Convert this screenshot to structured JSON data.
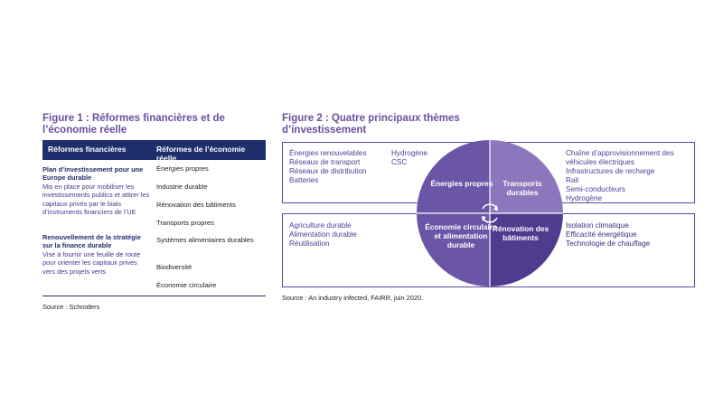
{
  "figure1": {
    "title": "Figure 1 : Réformes financières et de l’économie réelle",
    "col_left_header": "Réformes financières",
    "col_right_header": "Réformes de l’économie réelle",
    "left_block1_title": "Plan d’investissement pour une Europe durable",
    "left_block1_text": "Mis en place pour mobiliser les investissements publics et attirer les capitaux privés par le biais d’instruments financiers de l’UE",
    "left_block2_title": "Renouvellement de la stratégie sur la finance durable",
    "left_block2_text": "Vise à fournir une feuille de route pour orienter les capitaux privés vers des projets verts",
    "right_items": [
      "Énergies propres",
      "Industrie durable",
      "Rénovation des bâtiments",
      "Transports propres",
      "Systèmes alimentaires durables",
      "Biodiversité",
      "Économie circulaire"
    ],
    "source": "Source : Schroders"
  },
  "figure2": {
    "title": "Figure 2 : Quatre principaux thèmes d’investissement",
    "quadrants": {
      "top_left": "Énergies propres",
      "top_right": "Transports durables",
      "bottom_left": "Économie circulaire et alimentation durable",
      "bottom_right": "Rénovation des bâtiments"
    },
    "boxes": {
      "top_left_col1": [
        "Énergies renouvelables",
        "Réseaux de transport",
        "Réseaux de distribution",
        "Batteries"
      ],
      "top_left_col2": [
        "Hydrogène",
        "CSC"
      ],
      "top_right": [
        "Chaîne d’approvisionnement des",
        "véhicules électriques",
        "Infrastructures de recharge",
        "Rail",
        "Semi-conducteurs",
        "Hydrogène"
      ],
      "bottom_left": [
        "Agriculture durable",
        "Alimentation durable",
        "Réutilisation"
      ],
      "bottom_right": [
        "Isolation climatique",
        "Efficacité énergétique",
        "Technologie de chauffage"
      ]
    },
    "source": "Source : An industry infected, FAIRR, juin 2020."
  },
  "colors": {
    "navy": "#1e2f6b",
    "purple_dark": "#4f3c8f",
    "purple_mid": "#6b55a6",
    "purple_light": "#8c77bd",
    "title_purple": "#6b4ea0"
  }
}
